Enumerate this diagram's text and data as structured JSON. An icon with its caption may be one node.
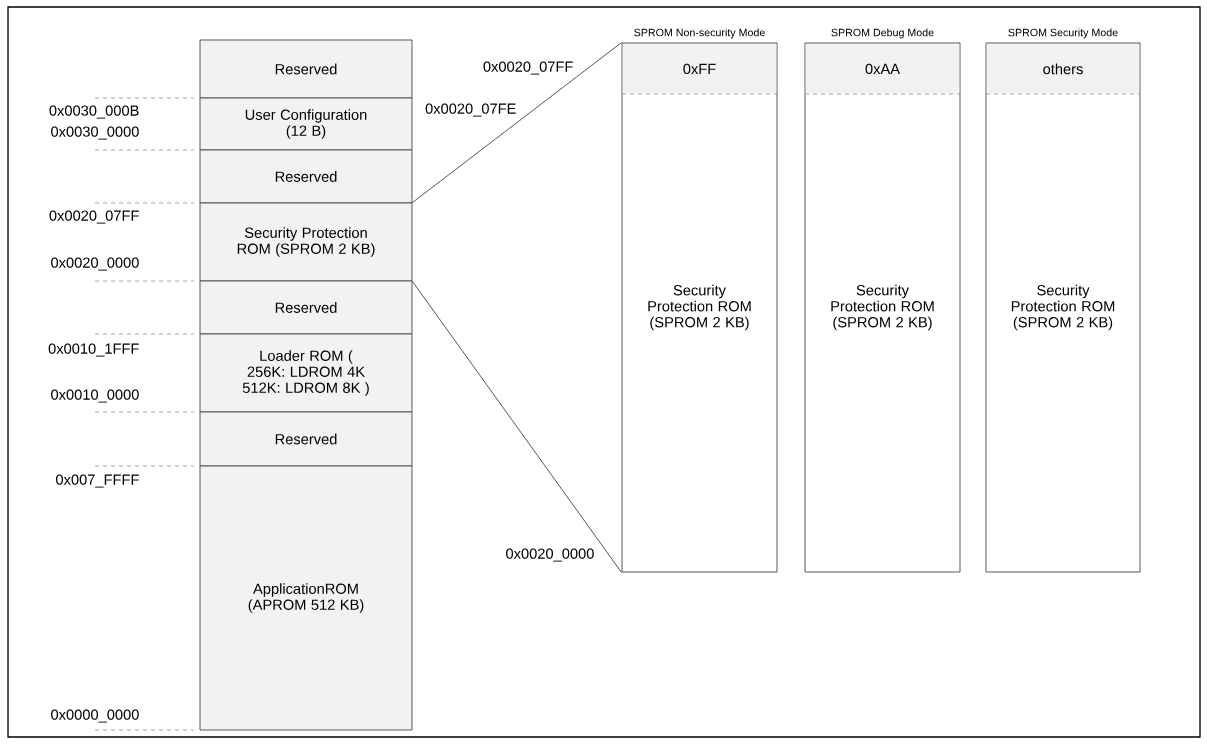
{
  "diagram": {
    "nodes": [
      {
        "text": [
          "Reserved"
        ]
      },
      {
        "text": [
          "User Configuration (12 B)"
        ]
      },
      {
        "text": [
          "Reserved"
        ]
      },
      {
        "text": [
          "Security Protection ROM (SPROM 2 KB)"
        ]
      },
      {
        "text": [
          "Reserved"
        ]
      },
      {
        "text": [
          "Loader ROM ( 256K: LDROM 4K 512K: LDROM 8K )"
        ]
      },
      {
        "text": [
          "Reserved"
        ]
      },
      {
        "text": [
          "ApplicationROM (APROM 512 KB)"
        ]
      },
      {
        "text": [
          "Security Protection ROM (SPROM 2 KB)"
        ],
        "beside": [
          "SPROM Non-security Mode"
        ]
      },
      {
        "text": [
          "0xFF"
        ],
        "in": 8
      },
      {
        "text": [
          "Security Protection ROM (SPROM 2 KB)"
        ],
        "beside": [
          "SPROM Debug Mode"
        ]
      },
      {
        "text": [
          "0xAA"
        ],
        "in": 10
      },
      {
        "text": [
          "Security Protection ROM (SPROM 2 KB)"
        ],
        "beside": [
          "SPROM Security Mode"
        ]
      },
      {
        "text": [
          "others"
        ],
        "in": 12
      }
    ],
    "edges": [
      {
        "from": 3,
        "to": 8,
        "arrow": "none"
      },
      {
        "from": 3,
        "to": 8,
        "arrow": "none"
      }
    ],
    "labels": [
      "0x0030_000B",
      "0x0030_0000",
      "0x0020_07FF",
      "0x0020_0000",
      "0x0010_1FFF",
      "0x0010_0000",
      "0x007_FFFF",
      "0x0000_0000",
      "0x0020_07FF",
      "0x0020_07FE",
      "0x0020_0000"
    ]
  }
}
